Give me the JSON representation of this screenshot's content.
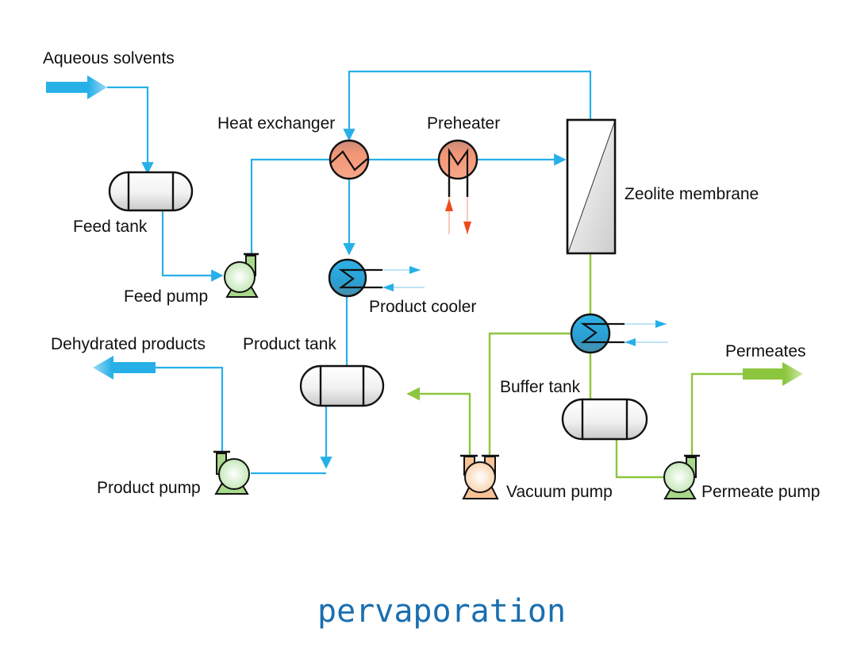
{
  "title": "pervaporation",
  "colors": {
    "water_line": "#27b0e8",
    "permeate_line": "#8cc63f",
    "heater": "#ef9070",
    "cooler": "#2aa7dc",
    "pump_green": "#a8d88a",
    "pump_orange": "#f8c295",
    "title": "#1a6fb0"
  },
  "labels": {
    "aqueous_solvents": "Aqueous solvents",
    "heat_exchanger": "Heat exchanger",
    "preheater": "Preheater",
    "zeolite_membrane": "Zeolite membrane",
    "feed_tank": "Feed tank",
    "feed_pump": "Feed pump",
    "product_cooler": "Product cooler",
    "dehydrated_products": "Dehydrated products",
    "product_tank": "Product tank",
    "product_pump": "Product pump",
    "buffer_tank": "Buffer tank",
    "vacuum_pump": "Vacuum pump",
    "permeates": "Permeates",
    "permeate_pump": "Permeate pump"
  },
  "icons": {
    "inlet_arrow": "aqueous-solvents-inlet-arrow",
    "outlet_product_arrow": "dehydrated-products-outlet-arrow",
    "outlet_permeate_arrow": "permeates-outlet-arrow"
  }
}
